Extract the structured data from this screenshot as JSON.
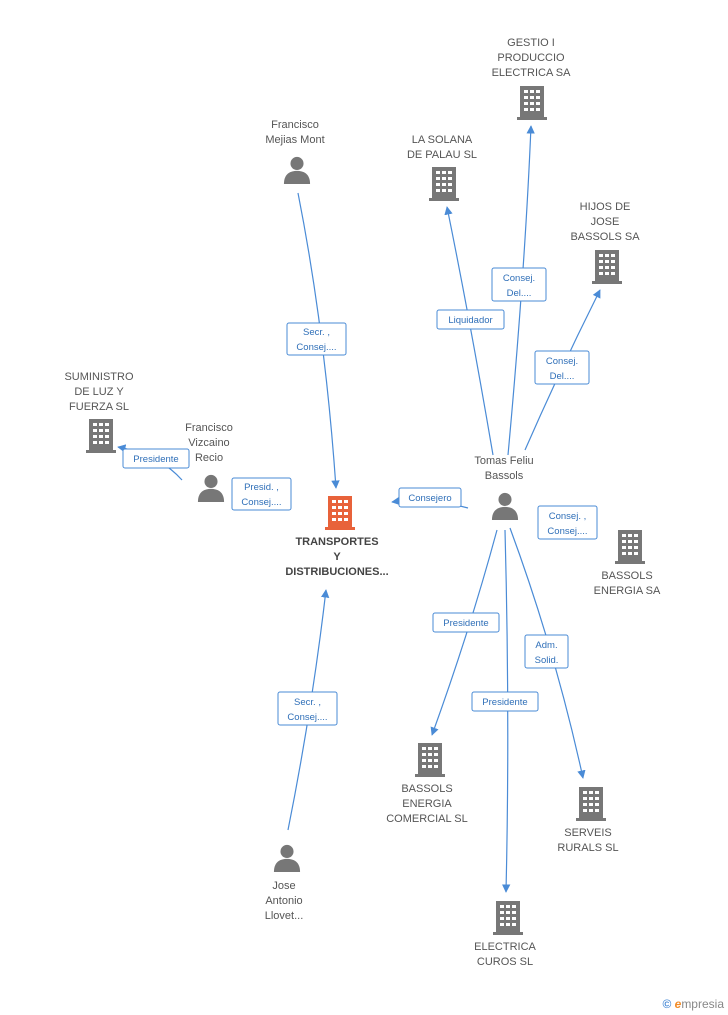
{
  "center": {
    "lines": [
      "TRANSPORTES",
      "Y",
      "DISTRIBUCIONES..."
    ],
    "color": "#e8623a"
  },
  "colors": {
    "edge": "#4a8bd6",
    "node": "#777777"
  },
  "nodes": [
    {
      "id": "francisco-mejias",
      "kind": "person",
      "lines": [
        "Francisco",
        "Mejias Mont"
      ]
    },
    {
      "id": "gestio-produccio",
      "kind": "company",
      "lines": [
        "GESTIO I",
        "PRODUCCIO",
        "ELECTRICA SA"
      ]
    },
    {
      "id": "la-solana",
      "kind": "company",
      "lines": [
        "LA SOLANA",
        "DE PALAU SL"
      ]
    },
    {
      "id": "hijos-bassols",
      "kind": "company",
      "lines": [
        "HIJOS DE",
        "JOSE",
        "BASSOLS SA"
      ]
    },
    {
      "id": "suministro-luz",
      "kind": "company",
      "lines": [
        "SUMINISTRO",
        "DE LUZ Y",
        "FUERZA SL"
      ]
    },
    {
      "id": "francisco-vizcaino",
      "kind": "person",
      "lines": [
        "Francisco",
        "Vizcaino",
        "Recio"
      ]
    },
    {
      "id": "tomas-feliu",
      "kind": "person",
      "lines": [
        "Tomas Feliu",
        "Bassols"
      ]
    },
    {
      "id": "bassols-energia-sa",
      "kind": "company",
      "lines": [
        "BASSOLS",
        "ENERGIA SA"
      ]
    },
    {
      "id": "bassols-energia-comercial",
      "kind": "company",
      "lines": [
        "BASSOLS",
        "ENERGIA",
        "COMERCIAL SL"
      ]
    },
    {
      "id": "serveis-rurals",
      "kind": "company",
      "lines": [
        "SERVEIS",
        "RURALS SL"
      ]
    },
    {
      "id": "electrica-curos",
      "kind": "company",
      "lines": [
        "ELECTRICA",
        "CUROS SL"
      ]
    },
    {
      "id": "jose-antonio",
      "kind": "person",
      "lines": [
        "Jose",
        "Antonio",
        "Llovet..."
      ]
    }
  ],
  "edges": [
    {
      "id": "mejias-to-center",
      "lines": [
        "Secr. ,",
        "Consej...."
      ]
    },
    {
      "id": "vizcaino-to-center",
      "lines": [
        "Presid. ,",
        "Consej...."
      ]
    },
    {
      "id": "vizcaino-to-suministro",
      "lines": [
        "Presidente"
      ]
    },
    {
      "id": "tomas-to-center",
      "lines": [
        "Consejero"
      ]
    },
    {
      "id": "tomas-to-solana",
      "lines": [
        "Liquidador"
      ]
    },
    {
      "id": "tomas-to-gestio",
      "lines": [
        "Consej.",
        "Del...."
      ]
    },
    {
      "id": "tomas-to-hijos",
      "lines": [
        "Consej.",
        "Del...."
      ]
    },
    {
      "id": "tomas-to-bassols-sa",
      "lines": [
        "Consej. ,",
        "Consej...."
      ]
    },
    {
      "id": "tomas-to-comercial",
      "lines": [
        "Presidente"
      ]
    },
    {
      "id": "tomas-to-curos",
      "lines": [
        "Presidente"
      ]
    },
    {
      "id": "tomas-to-serveis",
      "lines": [
        "Adm.",
        "Solid."
      ]
    },
    {
      "id": "jose-to-center",
      "lines": [
        "Secr. ,",
        "Consej...."
      ]
    }
  ],
  "footer": {
    "copyright": "©",
    "brand_initial": "e",
    "brand_rest": "mpresia"
  }
}
